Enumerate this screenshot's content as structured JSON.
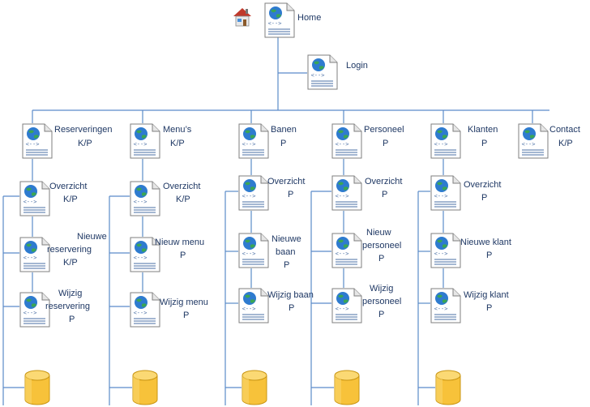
{
  "diagram": {
    "home": {
      "label": "Home"
    },
    "login": {
      "label": "Login"
    },
    "sections": [
      {
        "name": "Reserveringen",
        "role": "K/P",
        "pages": [
          {
            "line1": "Overzicht",
            "line2": "K/P"
          },
          {
            "line1": "Nieuwe",
            "line2": "reservering",
            "line3": "K/P"
          },
          {
            "line1": "Wijzig",
            "line2": "reservering",
            "line3": "P"
          }
        ]
      },
      {
        "name": "Menu’s",
        "role": "K/P",
        "pages": [
          {
            "line1": "Overzicht",
            "line2": "K/P"
          },
          {
            "line1": "Nieuw menu",
            "line2": "P"
          },
          {
            "line1": "Wijzig menu",
            "line2": "P"
          }
        ]
      },
      {
        "name": "Banen",
        "role": "P",
        "pages": [
          {
            "line1": "Overzicht",
            "line2": "P"
          },
          {
            "line1": "Nieuwe",
            "line2": "baan",
            "line3": "P"
          },
          {
            "line1": "Wijzig baan",
            "line2": "P"
          }
        ]
      },
      {
        "name": "Personeel",
        "role": "P",
        "pages": [
          {
            "line1": "Overzicht",
            "line2": "P"
          },
          {
            "line1": "Nieuw",
            "line2": "personeel",
            "line3": "P"
          },
          {
            "line1": "Wijzig",
            "line2": "personeel",
            "line3": "P"
          }
        ]
      },
      {
        "name": "Klanten",
        "role": "P",
        "pages": [
          {
            "line1": "Overzicht",
            "line2": "P"
          },
          {
            "line1": "Nieuwe klant",
            "line2": "P"
          },
          {
            "line1": "Wijzig klant",
            "line2": "P"
          }
        ]
      },
      {
        "name": "Contact",
        "role": "K/P"
      }
    ],
    "icons": {
      "home": "house-icon",
      "page": "web-page-icon",
      "database": "database-icon"
    },
    "colors": {
      "line": "#5b8bc9",
      "text": "#1f3864",
      "db_fill": "#f7c23a",
      "house_roof": "#c0392b"
    }
  }
}
